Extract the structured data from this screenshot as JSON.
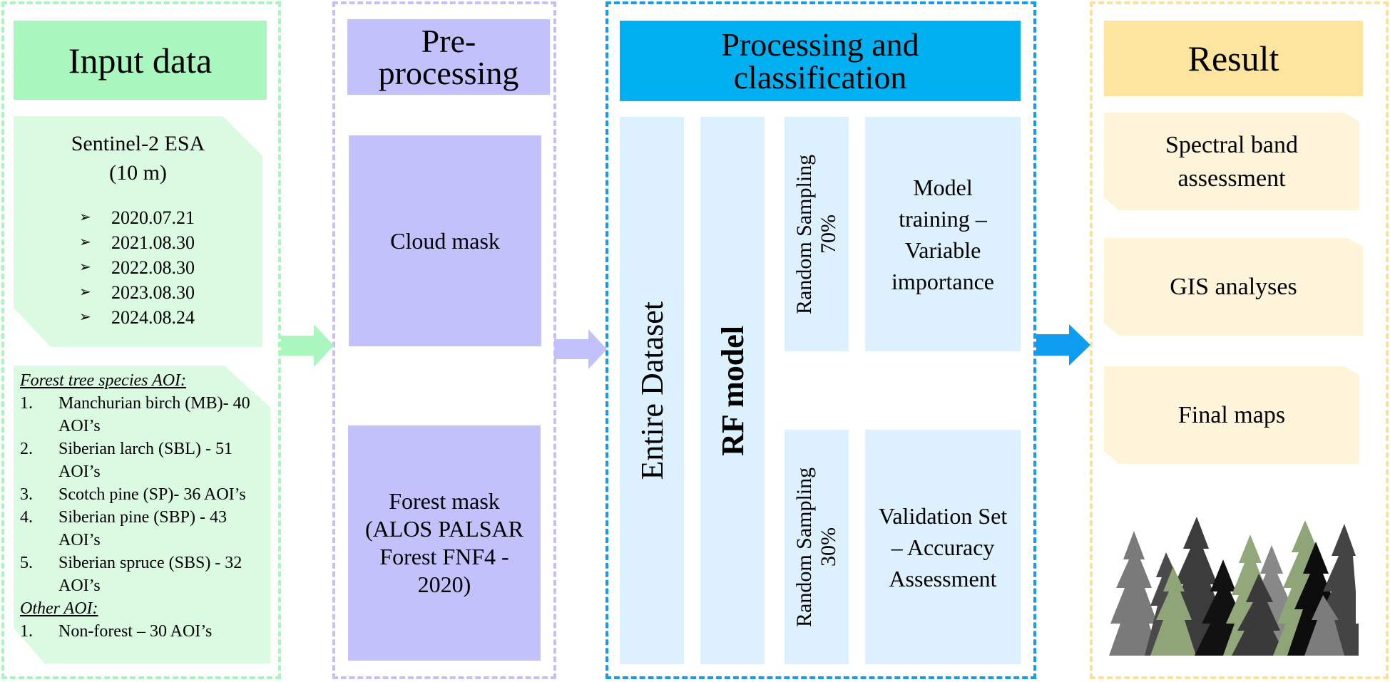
{
  "columns": {
    "input": {
      "title": "Input data",
      "sentinel": {
        "heading_line1": "Sentinel-2 ESA",
        "heading_line2": "(10 m)",
        "bullet_icon": "arrowhead-bullet-icon",
        "dates": [
          "2020.07.21",
          "2021.08.30",
          "2022.08.30",
          "2023.08.30",
          "2024.08.24"
        ]
      },
      "aoi": {
        "forest_header": "Forest tree species AOI:",
        "forest_items": [
          {
            "num": "1.",
            "text": "Manchurian birch (MB)- 40 AOI’s"
          },
          {
            "num": "2.",
            "text": "Siberian larch (SBL) - 51 AOI’s"
          },
          {
            "num": "3.",
            "text": "Scotch pine (SP)- 36 AOI’s"
          },
          {
            "num": "4.",
            "text": "Siberian pine (SBP) - 43 AOI’s"
          },
          {
            "num": "5.",
            "text": "Siberian spruce (SBS) - 32 AOI’s"
          }
        ],
        "other_header": "Other AOI:",
        "other_items": [
          {
            "num": "1.",
            "text": "Non-forest – 30 AOI’s"
          }
        ]
      }
    },
    "preprocessing": {
      "title_line1": "Pre-",
      "title_line2": "processing",
      "cloud_mask": "Cloud mask",
      "forest_mask_line1": "Forest mask",
      "forest_mask_line2": "(ALOS PALSAR",
      "forest_mask_line3": "Forest FNF4 -",
      "forest_mask_line4": "2020)"
    },
    "processing": {
      "title_line1": "Processing and",
      "title_line2": "classification",
      "entire_dataset": "Entire Dataset",
      "rf_model": "RF model",
      "random_sampling_70": "Random Sampling 70%",
      "random_sampling_30": "Random Sampling 30%",
      "model_training": "Model training – Variable importance",
      "validation": "Validation Set – Accuracy Assessment"
    },
    "result": {
      "title": "Result",
      "spectral": "Spectral band assessment",
      "gis": "GIS analyses",
      "final_maps": "Final maps",
      "illustration": "forest-trees-illustration"
    }
  },
  "colors": {
    "input_accent": "#a9f7bf",
    "preprocessing_accent": "#c3c1fb",
    "processing_accent": "#00b0f0",
    "result_accent": "#fde49f"
  }
}
